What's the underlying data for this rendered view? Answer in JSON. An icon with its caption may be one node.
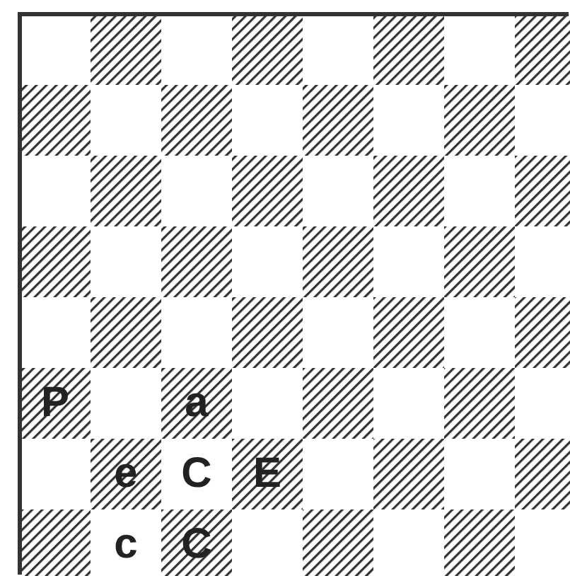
{
  "diagram": {
    "labels": [
      "P",
      "a",
      "e",
      "C",
      "E",
      "c",
      "C"
    ]
  }
}
